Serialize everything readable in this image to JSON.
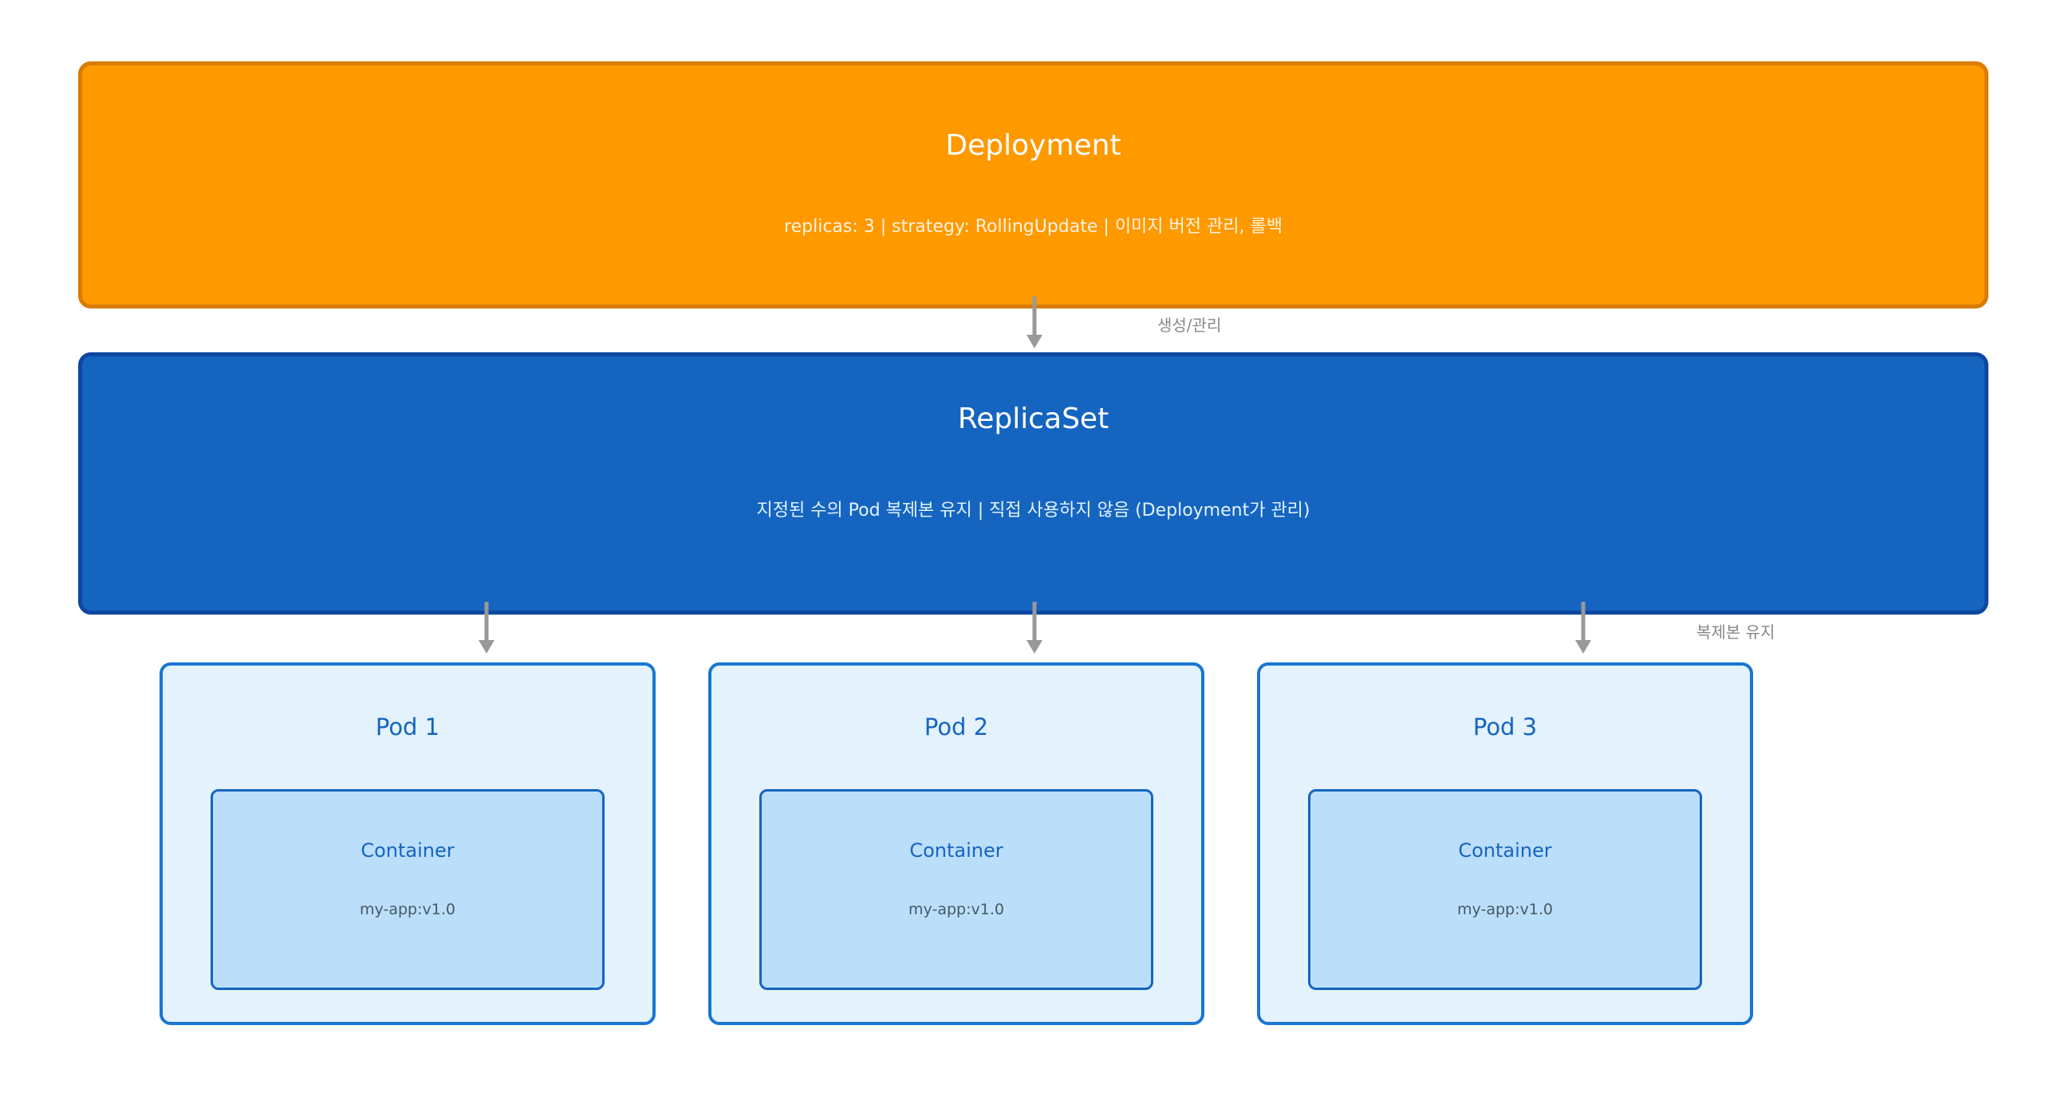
{
  "deployment": {
    "title": "Deployment",
    "subtitle": "replicas: 3  |  strategy: RollingUpdate  |  이미지 버전 관리, 롤백"
  },
  "replicaset": {
    "title": "ReplicaSet",
    "subtitle": "지정된 수의 Pod 복제본 유지  |  직접 사용하지 않음 (Deployment가 관리)"
  },
  "edges": {
    "create_manage": "생성/관리",
    "maintain_replicas": "복제본 유지"
  },
  "pods": [
    {
      "title": "Pod 1",
      "container": {
        "title": "Container",
        "image": "my-app:v1.0"
      }
    },
    {
      "title": "Pod 2",
      "container": {
        "title": "Container",
        "image": "my-app:v1.0"
      }
    },
    {
      "title": "Pod 3",
      "container": {
        "title": "Container",
        "image": "my-app:v1.0"
      }
    }
  ],
  "colors": {
    "deployment_fill": "#ff9900",
    "replicaset_fill": "#1565c0",
    "pod_fill": "#e3f2fd",
    "container_fill": "#bbdefb",
    "arrow": "#999999"
  }
}
